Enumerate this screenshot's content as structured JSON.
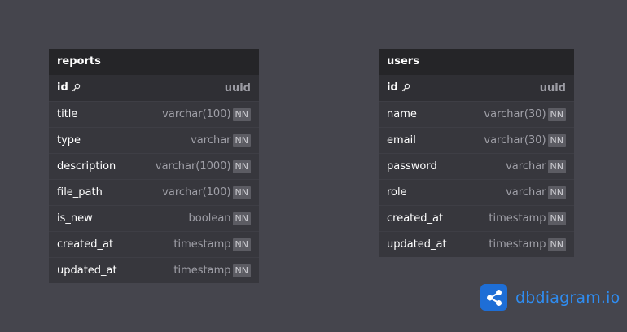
{
  "tables": [
    {
      "name": "reports",
      "columns": [
        {
          "name": "id",
          "type": "uuid",
          "pk": true,
          "nn": false
        },
        {
          "name": "title",
          "type": "varchar(100)",
          "pk": false,
          "nn": true
        },
        {
          "name": "type",
          "type": "varchar",
          "pk": false,
          "nn": true
        },
        {
          "name": "description",
          "type": "varchar(1000)",
          "pk": false,
          "nn": true
        },
        {
          "name": "file_path",
          "type": "varchar(100)",
          "pk": false,
          "nn": true
        },
        {
          "name": "is_new",
          "type": "boolean",
          "pk": false,
          "nn": true
        },
        {
          "name": "created_at",
          "type": "timestamp",
          "pk": false,
          "nn": true
        },
        {
          "name": "updated_at",
          "type": "timestamp",
          "pk": false,
          "nn": true
        }
      ]
    },
    {
      "name": "users",
      "columns": [
        {
          "name": "id",
          "type": "uuid",
          "pk": true,
          "nn": false
        },
        {
          "name": "name",
          "type": "varchar(30)",
          "pk": false,
          "nn": true
        },
        {
          "name": "email",
          "type": "varchar(30)",
          "pk": false,
          "nn": true
        },
        {
          "name": "password",
          "type": "varchar",
          "pk": false,
          "nn": true
        },
        {
          "name": "role",
          "type": "varchar",
          "pk": false,
          "nn": true
        },
        {
          "name": "created_at",
          "type": "timestamp",
          "pk": false,
          "nn": true
        },
        {
          "name": "updated_at",
          "type": "timestamp",
          "pk": false,
          "nn": true
        }
      ]
    }
  ],
  "nn_label": "NN",
  "key_icon": "key-icon",
  "brand": {
    "text": "dbdiagram.io",
    "icon": "share-icon",
    "color": "#2f8cf0"
  },
  "colors": {
    "background": "#45454d",
    "table_header": "#252528",
    "table_body": "#37373d",
    "accent": "#1e6ed6"
  }
}
